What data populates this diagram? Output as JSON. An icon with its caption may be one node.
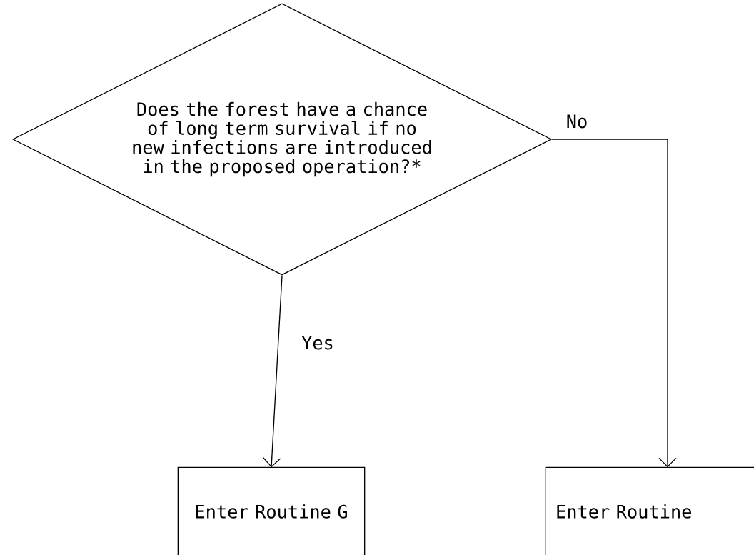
{
  "diagram": {
    "nodes": [
      {
        "text": [
          "Does the forest have a chance of long term survival if no new infections are introduced in the proposed operation?*"
        ]
      },
      {
        "text": [
          "Enter Routine G"
        ]
      },
      {
        "text": [
          "Enter Routine"
        ]
      }
    ],
    "edges": [
      {
        "from": 0,
        "to": 1,
        "arrow": "to",
        "label": "Yes"
      },
      {
        "from": 0,
        "to": 2,
        "arrow": "to",
        "label": "No"
      }
    ]
  }
}
